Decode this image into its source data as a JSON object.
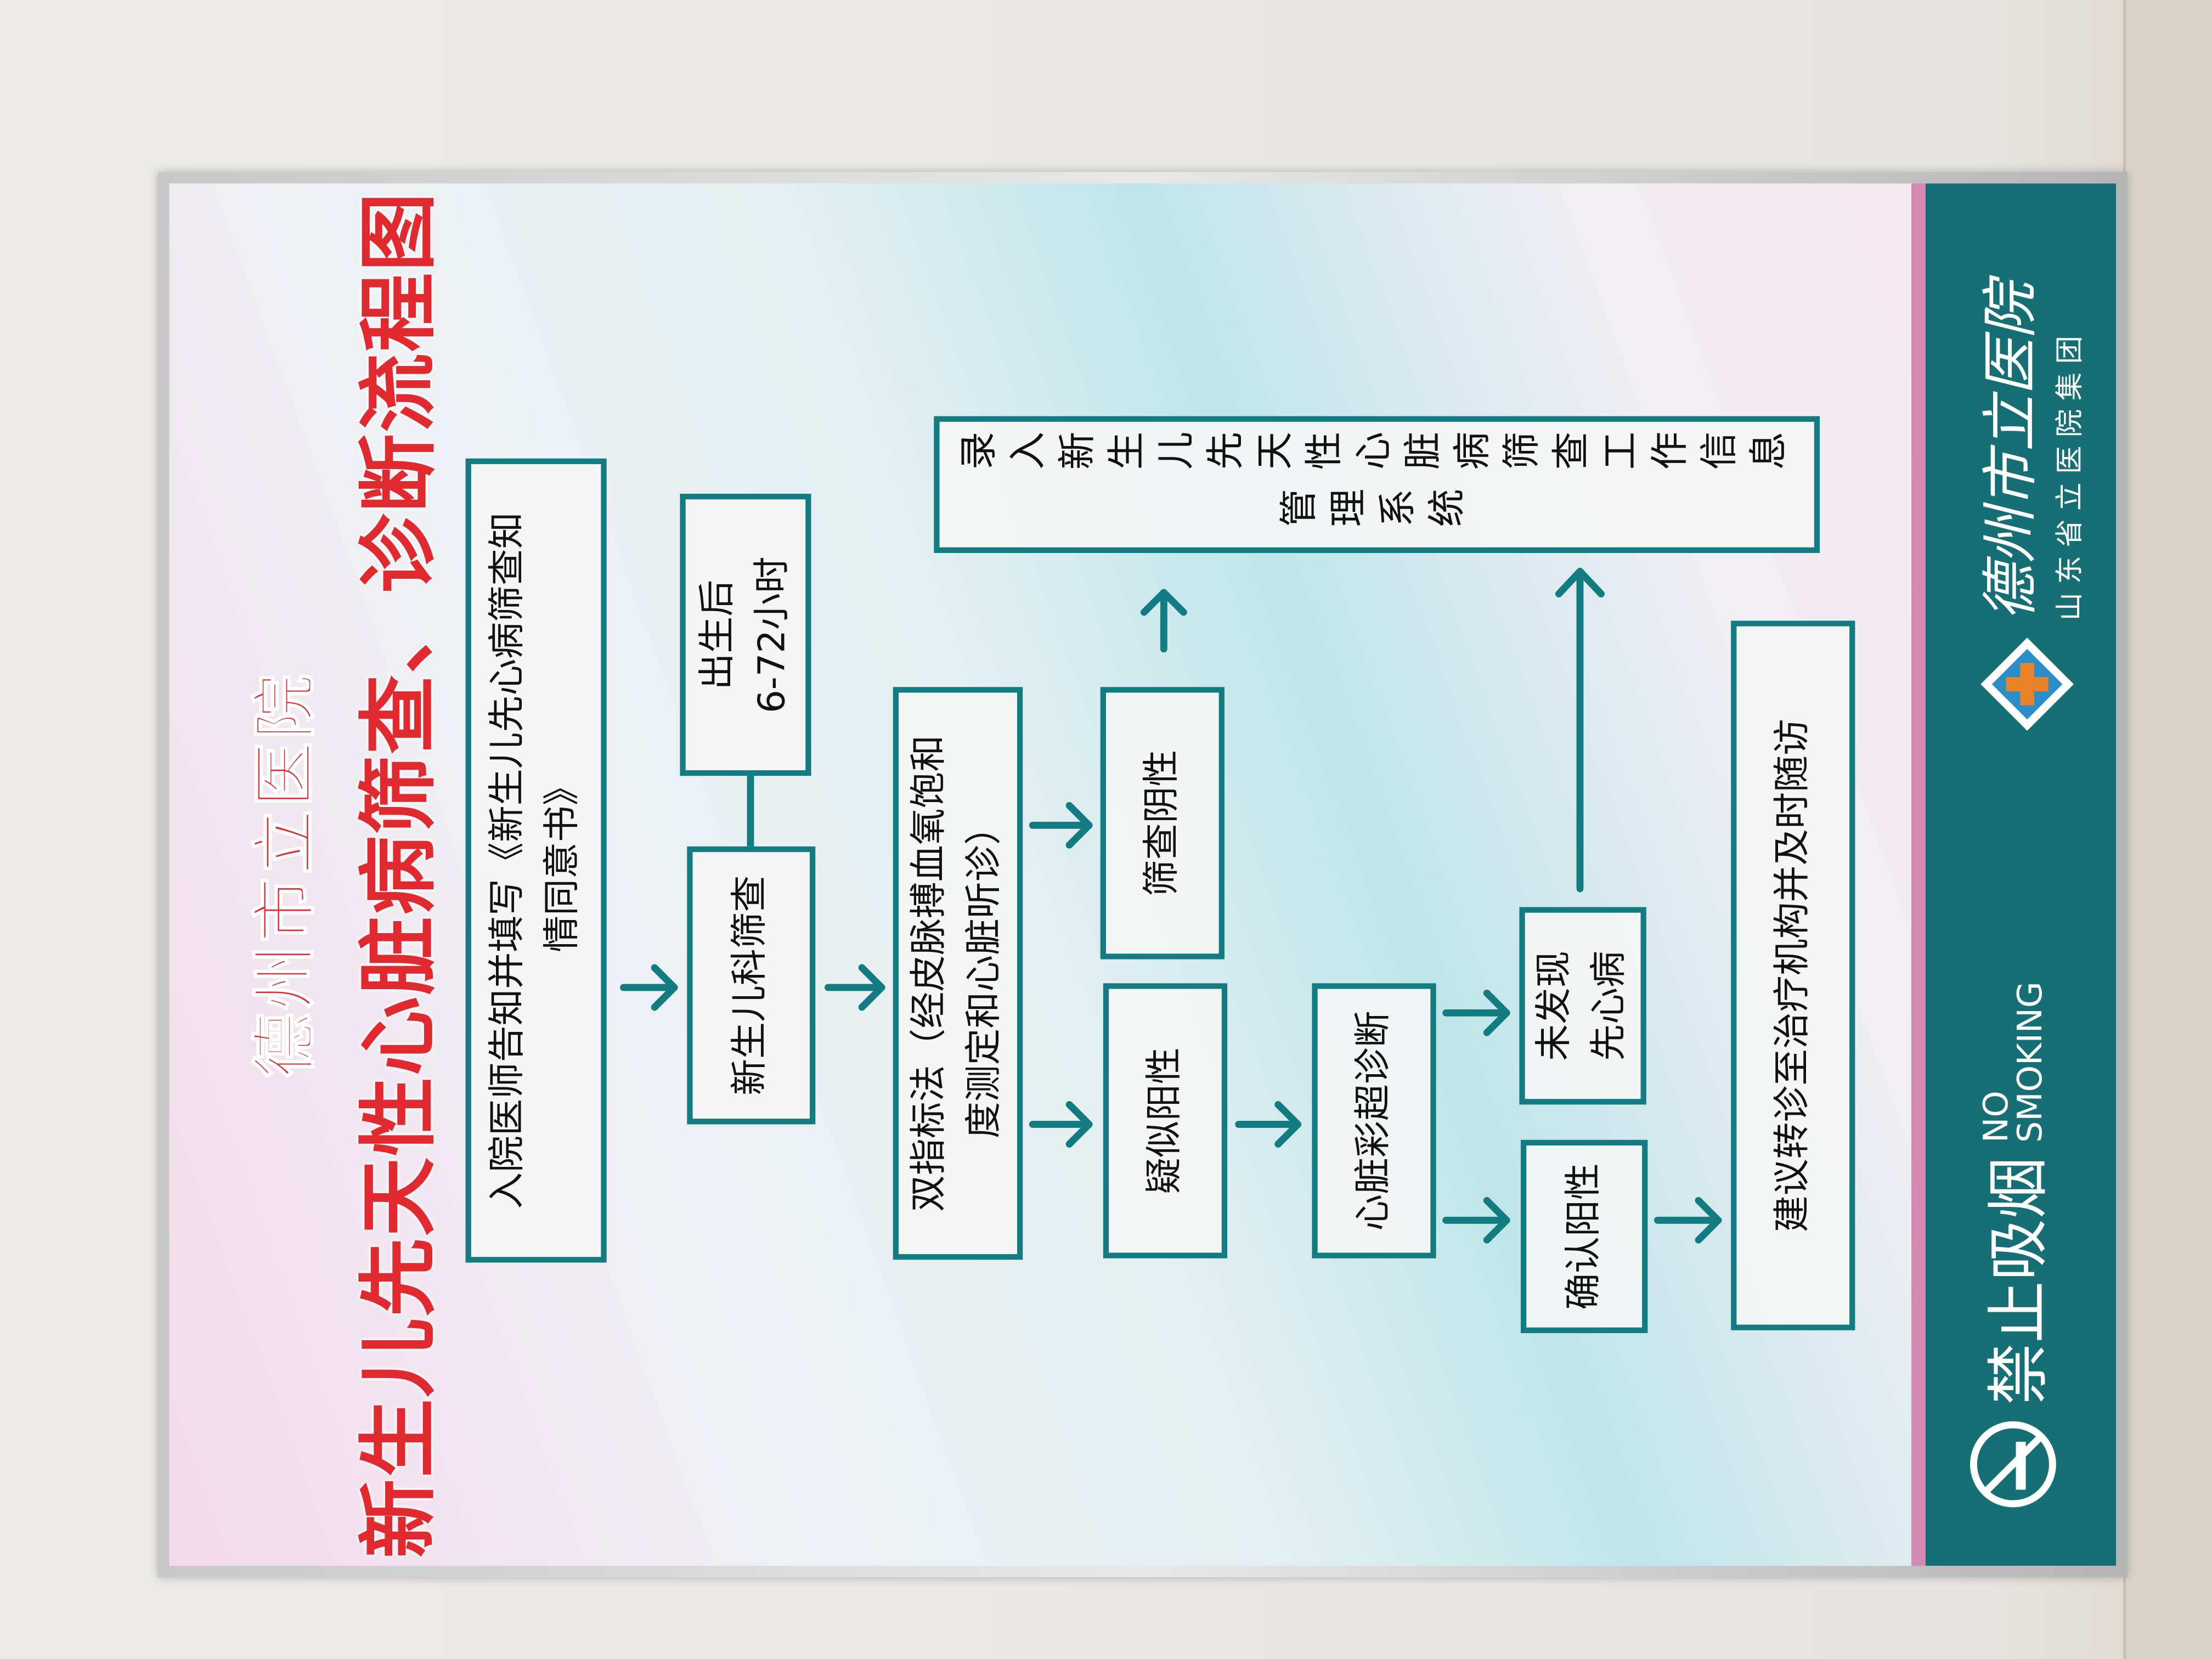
{
  "poster": {
    "title_line1": "德州市立医院",
    "title_line2": "新生儿先天性心脏病筛查、诊断流程图"
  },
  "flow": {
    "informed_consent": [
      "入院医师告知并填写《新生儿先心病筛查知",
      "情同意书》"
    ],
    "nicu_screening": "新生儿科筛查",
    "timing": [
      "出生后",
      "6-72小时"
    ],
    "dual_index": [
      "双指标法（经皮脉搏血氧饱和",
      "度测定和心脏听诊）"
    ],
    "screen_negative": "筛查阴性",
    "suspected_positive": "疑似阳性",
    "echo_diagnosis": "心脏彩超诊断",
    "no_chd_found": [
      "未发现",
      "先心病"
    ],
    "confirmed_positive": "确认阳性",
    "referral": "建议转诊至治疗机构并及时随访",
    "record_system": "录入新生儿先天性心脏病筛查工作信息管理系统"
  },
  "footer": {
    "no_smoking_zh": "禁止吸烟",
    "no_smoking_en": "NO SMOKING",
    "hospital_name": "德州市立医院",
    "hospital_group": "山东省立医院集团"
  },
  "colors": {
    "accent": "#137c83",
    "title": "#e12a2f",
    "band": "#176f76",
    "stripe": "#d58ab3"
  }
}
